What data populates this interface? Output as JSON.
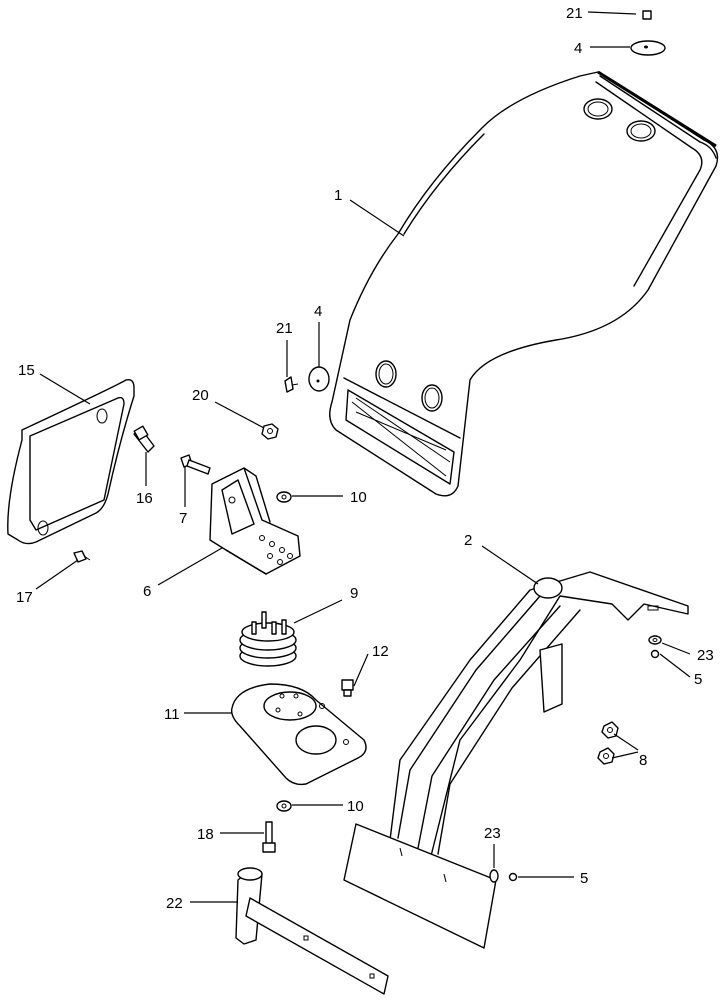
{
  "callouts": [
    {
      "id": "c21a",
      "text": "21"
    },
    {
      "id": "c4a",
      "text": "4"
    },
    {
      "id": "c1",
      "text": "1"
    },
    {
      "id": "c4b",
      "text": "4"
    },
    {
      "id": "c21b",
      "text": "21"
    },
    {
      "id": "c15",
      "text": "15"
    },
    {
      "id": "c20",
      "text": "20"
    },
    {
      "id": "c16",
      "text": "16"
    },
    {
      "id": "c7",
      "text": "7"
    },
    {
      "id": "c10a",
      "text": "10"
    },
    {
      "id": "c17",
      "text": "17"
    },
    {
      "id": "c6",
      "text": "6"
    },
    {
      "id": "c2",
      "text": "2"
    },
    {
      "id": "c9",
      "text": "9"
    },
    {
      "id": "c23a",
      "text": "23"
    },
    {
      "id": "c5a",
      "text": "5"
    },
    {
      "id": "c12",
      "text": "12"
    },
    {
      "id": "c11",
      "text": "11"
    },
    {
      "id": "c8",
      "text": "8"
    },
    {
      "id": "c10b",
      "text": "10"
    },
    {
      "id": "c18",
      "text": "18"
    },
    {
      "id": "c23b",
      "text": "23"
    },
    {
      "id": "c5b",
      "text": "5"
    },
    {
      "id": "c22",
      "text": "22"
    }
  ]
}
